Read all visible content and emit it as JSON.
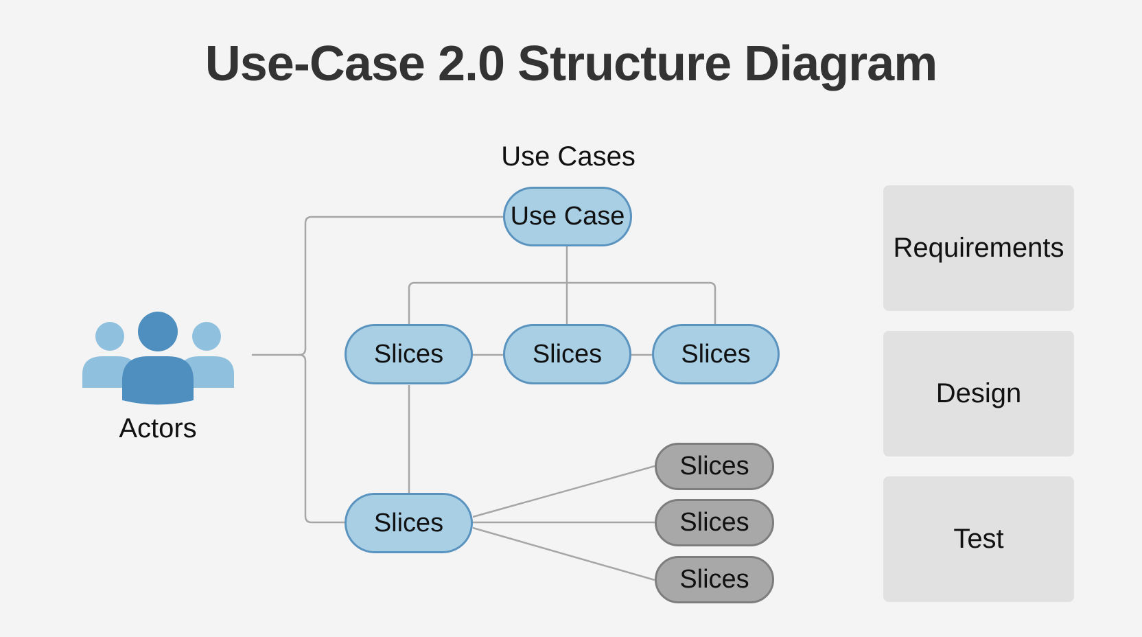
{
  "title": "Use-Case 2.0 Structure Diagram",
  "diagram": {
    "group_label": "Use Cases",
    "use_case": "Use Case",
    "slices_row": [
      "Slices",
      "Slices",
      "Slices"
    ],
    "lower_slice": "Slices",
    "gray_slices": [
      "Slices",
      "Slices",
      "Slices"
    ],
    "actors_label": "Actors",
    "actors_icon": "people-group-icon"
  },
  "side_panels": [
    "Requirements",
    "Design",
    "Test"
  ],
  "colors": {
    "title": "#333333",
    "blue_fill": "#a9cfe5",
    "blue_border": "#5b93bf",
    "gray_fill": "#a8a8a8",
    "gray_border": "#7d7d7d",
    "panel_fill": "#e1e1e1",
    "connector": "#a6a6a6"
  }
}
